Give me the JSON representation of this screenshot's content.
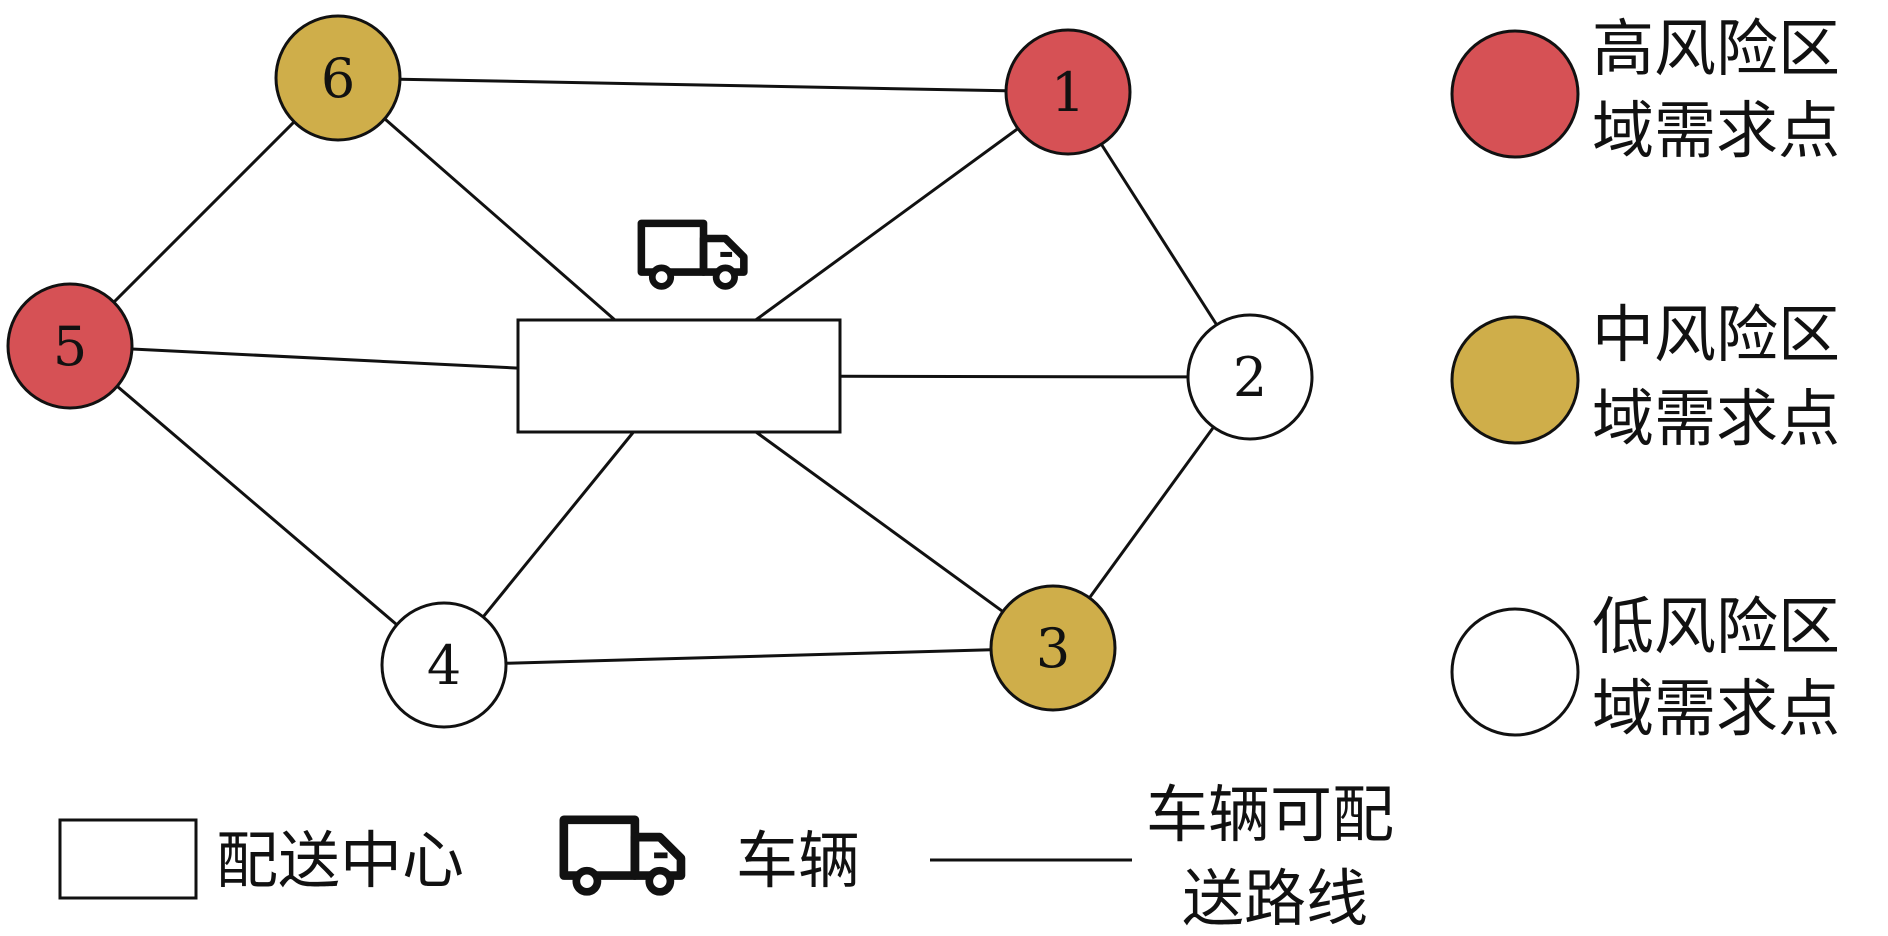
{
  "colors": {
    "high": "#d65155",
    "medium": "#cfae4a",
    "low": "#ffffff",
    "line": "#111111"
  },
  "nodes": [
    {
      "id": "1",
      "label": "1",
      "risk": "high"
    },
    {
      "id": "2",
      "label": "2",
      "risk": "low"
    },
    {
      "id": "3",
      "label": "3",
      "risk": "medium"
    },
    {
      "id": "4",
      "label": "4",
      "risk": "low"
    },
    {
      "id": "5",
      "label": "5",
      "risk": "high"
    },
    {
      "id": "6",
      "label": "6",
      "risk": "medium"
    }
  ],
  "edges": [
    [
      "6",
      "1"
    ],
    [
      "6",
      "5"
    ],
    [
      "6",
      "center"
    ],
    [
      "1",
      "center"
    ],
    [
      "1",
      "2"
    ],
    [
      "5",
      "center"
    ],
    [
      "5",
      "4"
    ],
    [
      "2",
      "center"
    ],
    [
      "2",
      "3"
    ],
    [
      "center",
      "4"
    ],
    [
      "center",
      "3"
    ],
    [
      "4",
      "3"
    ]
  ],
  "legend": {
    "high_line1": "高风险区",
    "high_line2": "域需求点",
    "medium_line1": "中风险区",
    "medium_line2": "域需求点",
    "low_line1": "低风险区",
    "low_line2": "域需求点",
    "center_label": "配送中心",
    "vehicle_label": "车辆",
    "route_line1": "车辆可配",
    "route_line2": "送路线"
  },
  "icons": {
    "vehicle": "truck-icon",
    "center": "distribution-center-box"
  }
}
